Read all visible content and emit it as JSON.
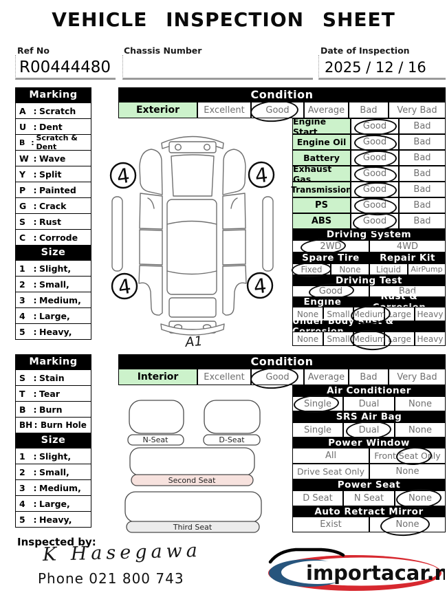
{
  "sep": ":",
  "header": {
    "title": "VEHICLE INSPECTION SHEET",
    "ref_no_label": "Ref No",
    "ref_no_value": "R00444480",
    "chassis_label": "Chassis Number",
    "chassis_value": "",
    "date_label": "Date of Inspection",
    "date_value": "2025 / 12 / 16"
  },
  "exterior": {
    "marking": {
      "title": "Marking",
      "items": [
        {
          "code": "A",
          "label": "Scratch"
        },
        {
          "code": "U",
          "label": "Dent"
        },
        {
          "code": "B",
          "label": "Scratch & Dent"
        },
        {
          "code": "W",
          "label": "Wave"
        },
        {
          "code": "Y",
          "label": "Split"
        },
        {
          "code": "P",
          "label": "Painted"
        },
        {
          "code": "G",
          "label": "Crack"
        },
        {
          "code": "S",
          "label": "Rust"
        },
        {
          "code": "C",
          "label": "Corrode"
        }
      ]
    },
    "size": {
      "title": "Size",
      "items": [
        {
          "code": "1",
          "label": "Slight,"
        },
        {
          "code": "2",
          "label": "Small,"
        },
        {
          "code": "3",
          "label": "Medium,"
        },
        {
          "code": "4",
          "label": "Large,"
        },
        {
          "code": "5",
          "label": "Heavy,"
        }
      ]
    },
    "condition": {
      "title": "Condition",
      "row_label": "Exterior",
      "options": [
        "Excellent",
        "Good",
        "Average",
        "Bad",
        "Very Bad"
      ],
      "selected": "Good"
    },
    "checks": [
      {
        "label": "Engine Start",
        "options": [
          "Good",
          "Bad"
        ],
        "selected": "Good"
      },
      {
        "label": "Engine Oil",
        "options": [
          "Good",
          "Bad"
        ],
        "selected": "Good"
      },
      {
        "label": "Battery",
        "options": [
          "Good",
          "Bad"
        ],
        "selected": "Good"
      },
      {
        "label": "Exhaust Gas",
        "options": [
          "Good",
          "Bad"
        ],
        "selected": "Good"
      },
      {
        "label": "Transmission",
        "options": [
          "Good",
          "Bad"
        ],
        "selected": "Good"
      },
      {
        "label": "PS",
        "options": [
          "Good",
          "Bad"
        ],
        "selected": "Good"
      },
      {
        "label": "ABS",
        "options": [
          "Good",
          "Bad"
        ],
        "selected": "Good"
      }
    ],
    "driving_system": {
      "title": "Driving System",
      "options": [
        "2WD",
        "4WD"
      ],
      "selected": "2WD"
    },
    "spare_tire": {
      "title": "Spare Tire",
      "options": [
        "Fixed",
        "None"
      ],
      "selected": "Fixed"
    },
    "repair_kit": {
      "title": "Repair Kit",
      "options": [
        "Liquid",
        "AirPump"
      ],
      "selected": ""
    },
    "driving_test": {
      "title": "Driving Test",
      "options": [
        "Good",
        "Bad"
      ],
      "selected": "Good"
    },
    "engine_rust": {
      "title_left": "Engine",
      "title_right": "Rust & Corrosion",
      "options": [
        "None",
        "Small",
        "Medium",
        "Large",
        "Heavy"
      ],
      "selected": "Medium"
    },
    "under_body_rust": {
      "title": "Under Body Rust & Corrosion",
      "options": [
        "None",
        "Small",
        "Medium",
        "Large",
        "Heavy"
      ],
      "selected": "Medium"
    },
    "diagram": {
      "wheel_marks": [
        "4",
        "4",
        "4",
        "4"
      ],
      "note": "A1"
    }
  },
  "interior": {
    "marking": {
      "title": "Marking",
      "items": [
        {
          "code": "S",
          "label": "Stain"
        },
        {
          "code": "T",
          "label": "Tear"
        },
        {
          "code": "B",
          "label": "Burn"
        },
        {
          "code": "BH",
          "label": "Burn Hole"
        }
      ]
    },
    "size": {
      "title": "Size",
      "items": [
        {
          "code": "1",
          "label": "Slight,"
        },
        {
          "code": "2",
          "label": "Small,"
        },
        {
          "code": "3",
          "label": "Medium,"
        },
        {
          "code": "4",
          "label": "Large,"
        },
        {
          "code": "5",
          "label": "Heavy,"
        }
      ]
    },
    "condition": {
      "title": "Condition",
      "row_label": "Interior",
      "options": [
        "Excellent",
        "Good",
        "Average",
        "Bad",
        "Very Bad"
      ],
      "selected": "Good"
    },
    "air_conditioner": {
      "title": "Air Conditioner",
      "options": [
        "Single",
        "Dual",
        "None"
      ],
      "selected": "Single"
    },
    "srs_air_bag": {
      "title": "SRS Air Bag",
      "options": [
        "Single",
        "Dual",
        "None"
      ],
      "selected": "Dual"
    },
    "power_window": {
      "title": "Power Window",
      "row1": [
        "All",
        "Front Seat Only"
      ],
      "row2": [
        "Drive Seat Only",
        "None"
      ],
      "selected": "Front Seat Only"
    },
    "power_seat": {
      "title": "Power Seat",
      "options": [
        "D Seat",
        "N Seat",
        "None"
      ],
      "selected": "None"
    },
    "auto_retract_mirror": {
      "title": "Auto Retract Mirror",
      "options": [
        "Exist",
        "None"
      ],
      "selected": "None"
    },
    "seats": {
      "n_seat": "N-Seat",
      "d_seat": "D-Seat",
      "second_seat": "Second Seat",
      "third_seat": "Third  Seat"
    }
  },
  "footer": {
    "inspected_by_label": "Inspected by:",
    "signature": "K  Hasegawa",
    "phone": "Phone  021 800 743",
    "logo_text": "importacar.nz"
  },
  "colors": {
    "cell_green": "#ccf2cb",
    "logo_red": "#d7282f",
    "logo_blue": "#27557d",
    "ink": "#0b0b0b"
  }
}
